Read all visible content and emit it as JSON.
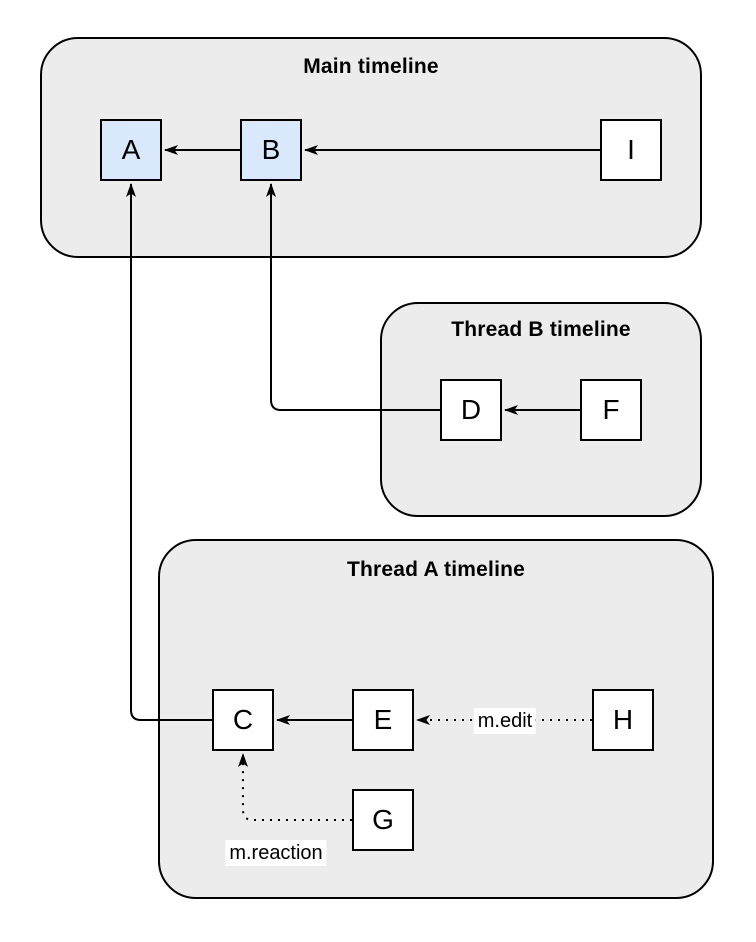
{
  "diagram": {
    "colors": {
      "background": "#ffffff",
      "container_fill": "#ececec",
      "container_border": "#000000",
      "node_fill": "#ffffff",
      "node_highlight_fill": "#dae8fc",
      "edge_color": "#000000"
    },
    "containers": [
      {
        "id": "main",
        "title": "Main timeline"
      },
      {
        "id": "thread-b",
        "title": "Thread B timeline"
      },
      {
        "id": "thread-a",
        "title": "Thread A timeline"
      }
    ],
    "nodes": [
      {
        "id": "A",
        "label": "A",
        "container": "main",
        "highlighted": true
      },
      {
        "id": "B",
        "label": "B",
        "container": "main",
        "highlighted": true
      },
      {
        "id": "I",
        "label": "I",
        "container": "main",
        "highlighted": false
      },
      {
        "id": "D",
        "label": "D",
        "container": "thread-b",
        "highlighted": false
      },
      {
        "id": "F",
        "label": "F",
        "container": "thread-b",
        "highlighted": false
      },
      {
        "id": "C",
        "label": "C",
        "container": "thread-a",
        "highlighted": false
      },
      {
        "id": "E",
        "label": "E",
        "container": "thread-a",
        "highlighted": false
      },
      {
        "id": "H",
        "label": "H",
        "container": "thread-a",
        "highlighted": false
      },
      {
        "id": "G",
        "label": "G",
        "container": "thread-a",
        "highlighted": false
      }
    ],
    "edges": [
      {
        "from": "B",
        "to": "A",
        "style": "solid",
        "label": ""
      },
      {
        "from": "I",
        "to": "B",
        "style": "solid",
        "label": ""
      },
      {
        "from": "F",
        "to": "D",
        "style": "solid",
        "label": ""
      },
      {
        "from": "D",
        "to": "B",
        "style": "solid",
        "label": ""
      },
      {
        "from": "E",
        "to": "C",
        "style": "solid",
        "label": ""
      },
      {
        "from": "C",
        "to": "A",
        "style": "solid",
        "label": ""
      },
      {
        "from": "H",
        "to": "E",
        "style": "dotted",
        "label": "m.edit"
      },
      {
        "from": "G",
        "to": "C",
        "style": "dotted",
        "label": "m.reaction"
      }
    ]
  }
}
